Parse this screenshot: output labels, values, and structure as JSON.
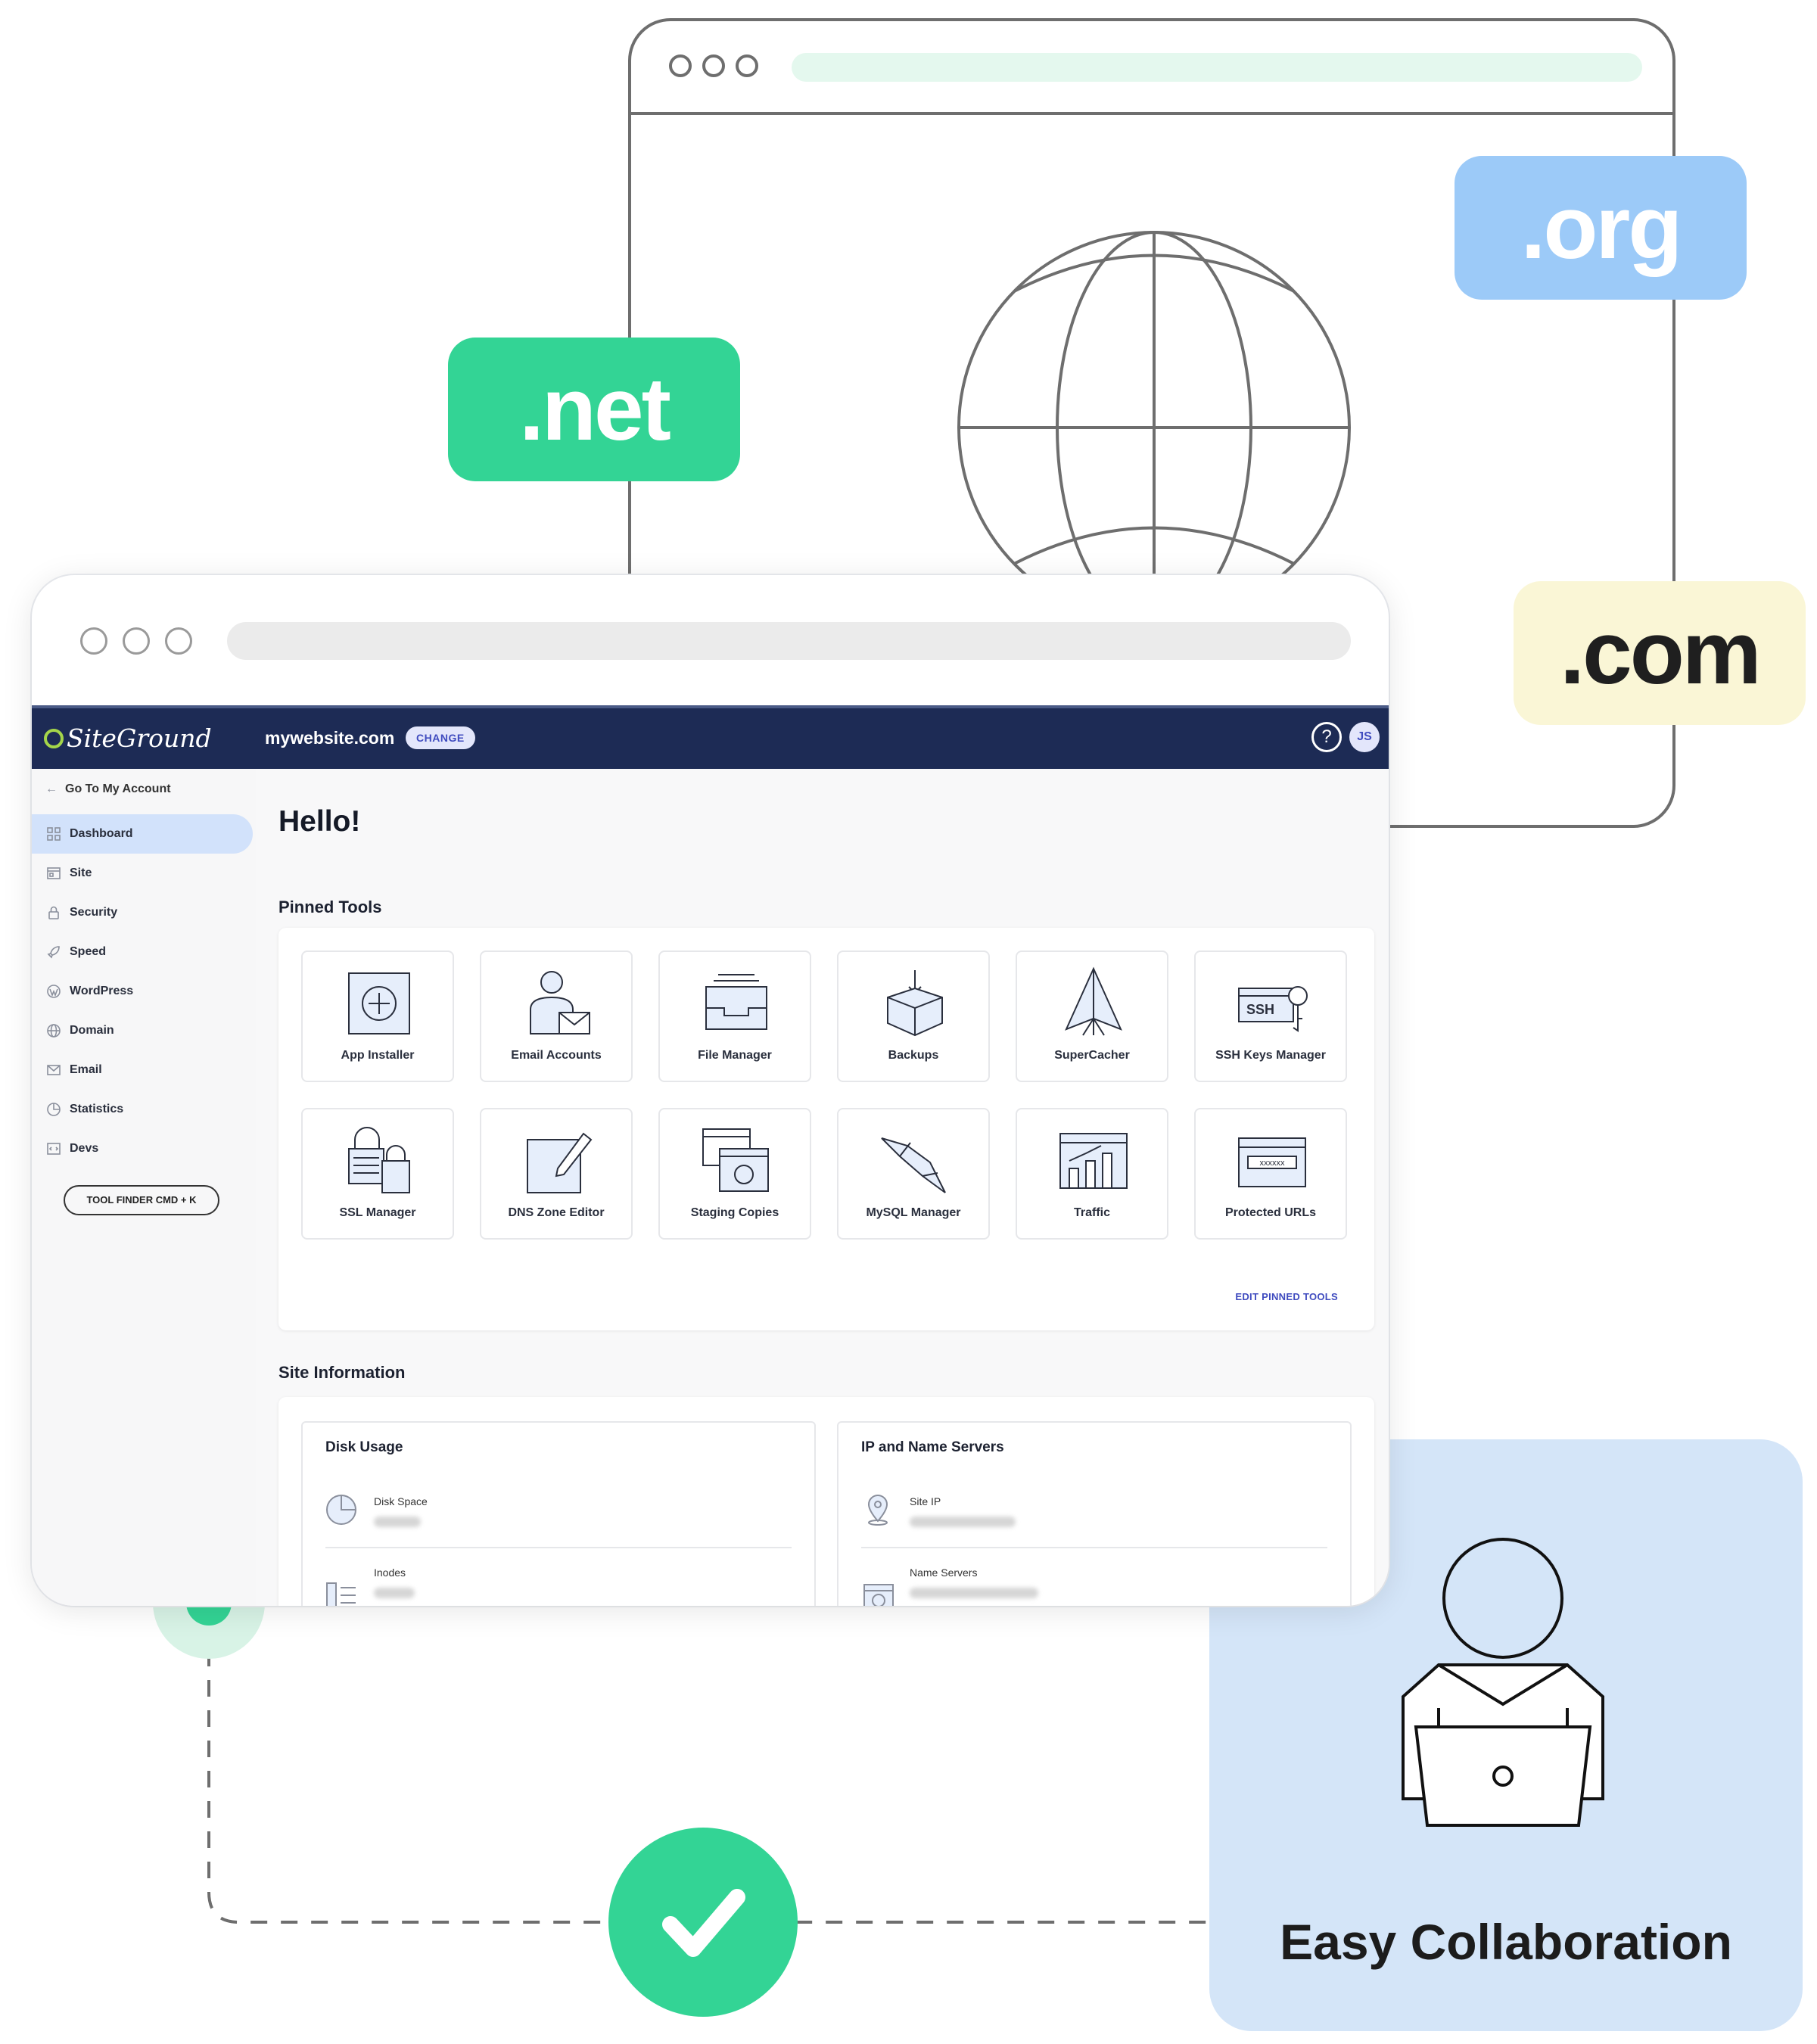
{
  "illustration": {
    "tlds": [
      ".net",
      ".org",
      ".com"
    ],
    "colors": {
      "net_bg": "#33d495",
      "org_bg": "#9ccaf8",
      "com_bg": "#faf6d6",
      "check_green": "#33d495"
    }
  },
  "header": {
    "brand": "SiteGround",
    "domain": "mywebsite.com",
    "change_label": "CHANGE",
    "help_icon": "?",
    "avatar_initials": "JS",
    "bg_color": "#1d2b55"
  },
  "sidebar": {
    "back_link": "Go To My Account",
    "items": [
      {
        "label": "Dashboard",
        "icon": "grid-icon"
      },
      {
        "label": "Site",
        "icon": "site-icon"
      },
      {
        "label": "Security",
        "icon": "lock-icon"
      },
      {
        "label": "Speed",
        "icon": "rocket-icon"
      },
      {
        "label": "WordPress",
        "icon": "wordpress-icon"
      },
      {
        "label": "Domain",
        "icon": "globe-icon"
      },
      {
        "label": "Email",
        "icon": "mail-icon"
      },
      {
        "label": "Statistics",
        "icon": "chart-icon"
      },
      {
        "label": "Devs",
        "icon": "code-icon"
      }
    ],
    "tool_finder": "TOOL FINDER CMD + K"
  },
  "main": {
    "greeting": "Hello!",
    "pinned_title": "Pinned Tools",
    "tools": [
      {
        "label": "App Installer",
        "icon": "app-installer-icon"
      },
      {
        "label": "Email Accounts",
        "icon": "email-accounts-icon"
      },
      {
        "label": "File Manager",
        "icon": "file-manager-icon"
      },
      {
        "label": "Backups",
        "icon": "backups-icon"
      },
      {
        "label": "SuperCacher",
        "icon": "supercacher-icon"
      },
      {
        "label": "SSH Keys Manager",
        "icon": "ssh-keys-icon"
      },
      {
        "label": "SSL Manager",
        "icon": "ssl-manager-icon"
      },
      {
        "label": "DNS Zone Editor",
        "icon": "dns-zone-icon"
      },
      {
        "label": "Staging Copies",
        "icon": "staging-icon"
      },
      {
        "label": "MySQL Manager",
        "icon": "mysql-icon"
      },
      {
        "label": "Traffic",
        "icon": "traffic-icon"
      },
      {
        "label": "Protected URLs",
        "icon": "protected-urls-icon"
      }
    ],
    "ssh_icon_text": "SSH",
    "protected_icon_text": "xxxxxx",
    "edit_pinned": "EDIT PINNED TOOLS",
    "site_info_title": "Site Information",
    "disk_usage": {
      "title": "Disk Usage",
      "rows": [
        "Disk Space",
        "Inodes"
      ]
    },
    "ip_servers": {
      "title": "IP and Name Servers",
      "rows": [
        "Site IP",
        "Name Servers"
      ]
    }
  },
  "collaboration": {
    "title": "Easy Collaboration"
  }
}
